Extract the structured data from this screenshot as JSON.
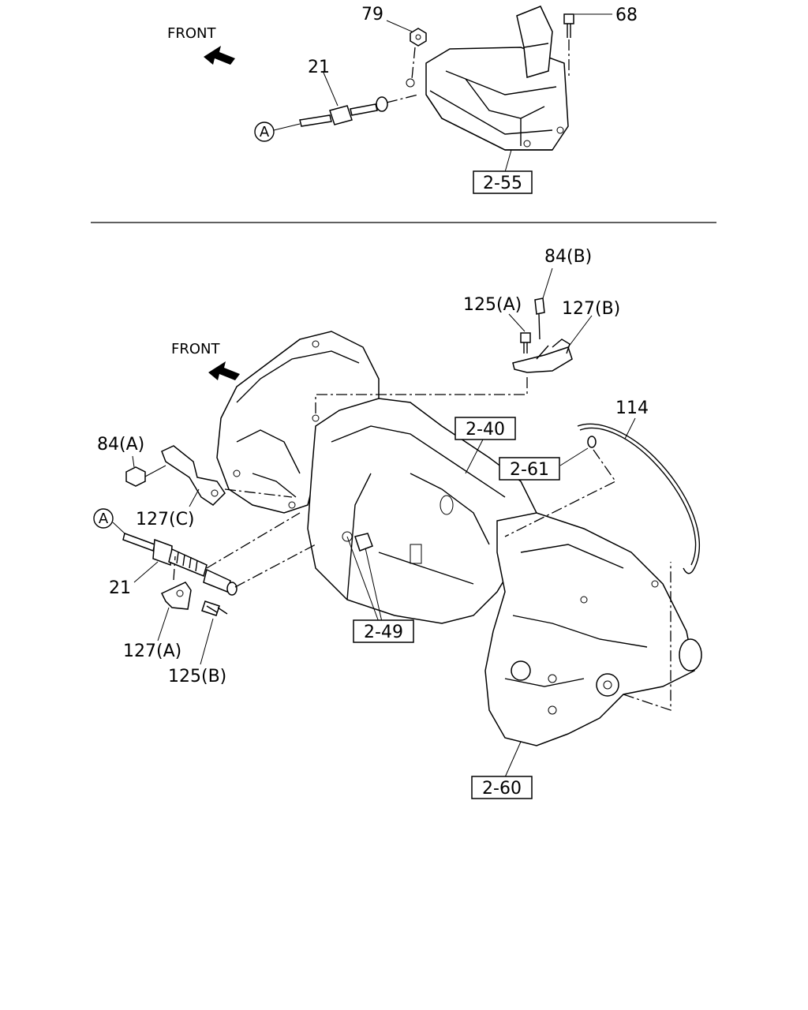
{
  "labels": {
    "front_top": "FRONT",
    "front_mid": "FRONT",
    "p79": "79",
    "p68": "68",
    "p21_top": "21",
    "ref_a_top": "A",
    "ref_2_55": "2-55",
    "p84b": "84(B)",
    "p125a": "125(A)",
    "p127b": "127(B)",
    "p114": "114",
    "ref_2_40": "2-40",
    "ref_2_61": "2-61",
    "p84a": "84(A)",
    "p127c": "127(C)",
    "ref_a_mid": "A",
    "p21_mid": "21",
    "ref_2_49": "2-49",
    "p127a": "127(A)",
    "p125b": "125(B)",
    "ref_2_60": "2-60"
  }
}
